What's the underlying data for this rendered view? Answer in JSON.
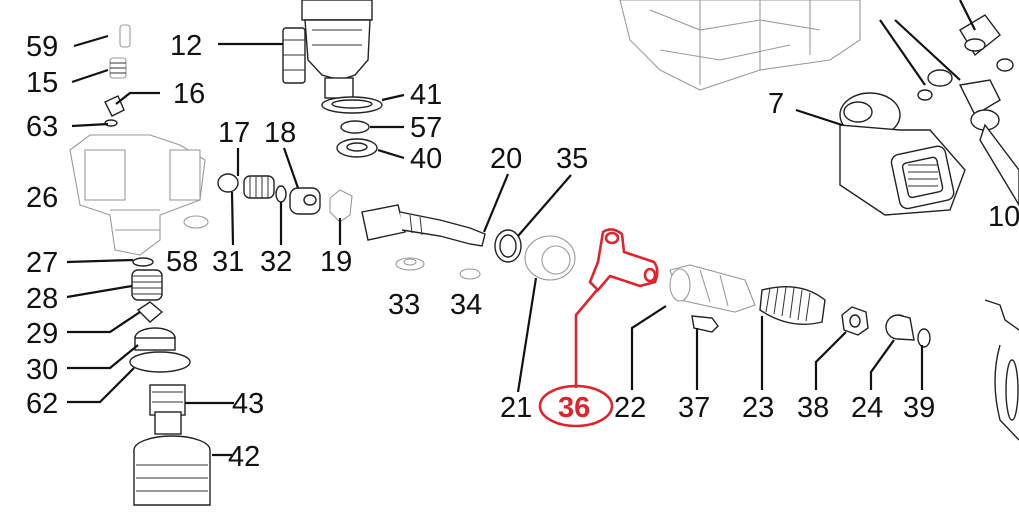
{
  "highlight_color": "#e0242a",
  "highlighted_part": "36",
  "labels": {
    "p59": "59",
    "p15": "15",
    "p63": "63",
    "p16": "16",
    "p12": "12",
    "p41": "41",
    "p57": "57",
    "p40": "40",
    "p17": "17",
    "p18": "18",
    "p20": "20",
    "p35": "35",
    "p7": "7",
    "p10": "10",
    "p26": "26",
    "p58": "58",
    "p31": "31",
    "p32": "32",
    "p19": "19",
    "p27": "27",
    "p28": "28",
    "p29": "29",
    "p30": "30",
    "p62": "62",
    "p33": "33",
    "p34": "34",
    "p21": "21",
    "p36": "36",
    "p22": "22",
    "p37": "37",
    "p23": "23",
    "p38": "38",
    "p24": "24",
    "p39": "39",
    "p43": "43",
    "p42": "42"
  }
}
